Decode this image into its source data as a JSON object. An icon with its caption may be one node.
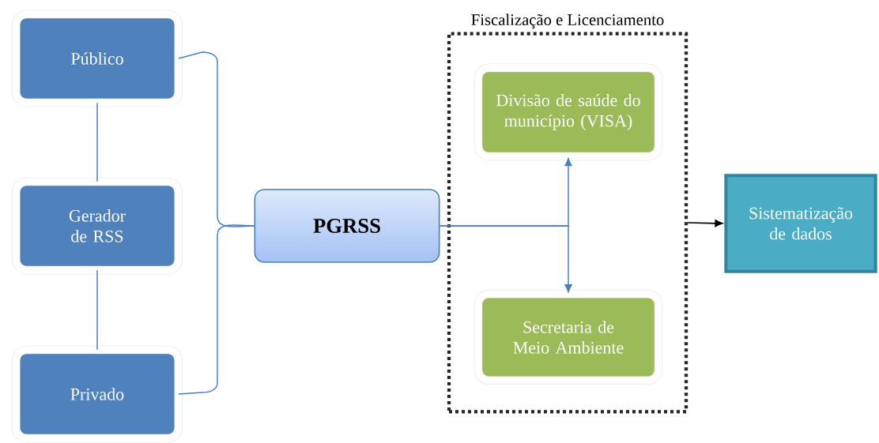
{
  "diagram": {
    "nodes": [
      {
        "text": [
          "Público"
        ]
      },
      {
        "text": [
          "Gerador de RSS"
        ]
      },
      {
        "text": [
          "Privado"
        ]
      },
      {
        "text": [
          "PGRSS"
        ]
      },
      {
        "text": [
          "Fiscalização e Licenciamento"
        ]
      },
      {
        "text": [
          "Divisão de saúde do município (VISA)"
        ],
        "in": 4
      },
      {
        "text": [
          "Secretaria de Meio Ambiente"
        ],
        "in": 4
      },
      {
        "text": [
          "Sistematização de dados"
        ]
      }
    ],
    "edges": [
      {
        "from": 0,
        "to": 1,
        "arrow": "none"
      },
      {
        "from": 1,
        "to": 2,
        "arrow": "none"
      },
      {
        "from": 0,
        "to": 3,
        "arrow": "none"
      },
      {
        "from": 2,
        "to": 3,
        "arrow": "none"
      },
      {
        "from": 3,
        "to": 5,
        "arrow": "to"
      },
      {
        "from": 3,
        "to": 6,
        "arrow": "to"
      },
      {
        "from": 4,
        "to": 7,
        "arrow": "to",
        "color": "#000000"
      }
    ]
  }
}
